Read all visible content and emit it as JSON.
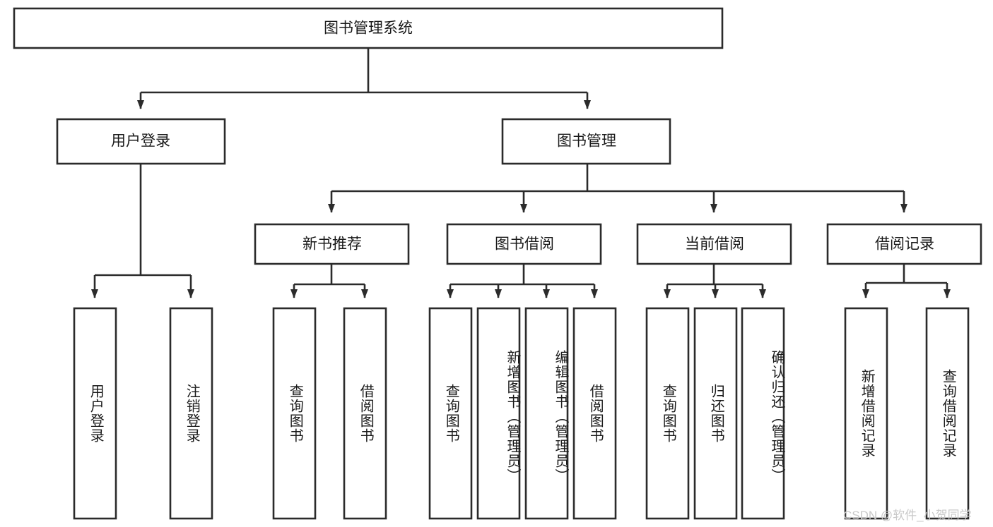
{
  "diagram": {
    "type": "tree",
    "title": "图书管理系统",
    "root": {
      "label": "图书管理系统"
    },
    "level2": [
      {
        "label": "用户登录"
      },
      {
        "label": "图书管理"
      }
    ],
    "level3": [
      {
        "label": "新书推荐"
      },
      {
        "label": "图书借阅"
      },
      {
        "label": "当前借阅"
      },
      {
        "label": "借阅记录"
      }
    ],
    "leaves": {
      "user_login": [
        {
          "label": "用户登录"
        },
        {
          "label": "注销登录"
        }
      ],
      "new_book_recommend": [
        {
          "label": "查询图书"
        },
        {
          "label": "借阅图书"
        }
      ],
      "book_borrow": [
        {
          "label": "查询图书"
        },
        {
          "label": "新增图书（管理员）"
        },
        {
          "label": "编辑图书（管理员）"
        },
        {
          "label": "借阅图书"
        }
      ],
      "current_borrow": [
        {
          "label": "查询图书"
        },
        {
          "label": "归还图书"
        },
        {
          "label": "确认归还（管理员）"
        }
      ],
      "borrow_record": [
        {
          "label": "新增借阅记录"
        },
        {
          "label": "查询借阅记录"
        }
      ]
    }
  },
  "watermark": {
    "text": "CSDN @软件_小贺同学"
  },
  "colors": {
    "stroke": "#2b2b2b",
    "fill": "#ffffff",
    "text": "#1a1a1a",
    "watermark": "#c9c9c9",
    "background": "#ffffff"
  }
}
